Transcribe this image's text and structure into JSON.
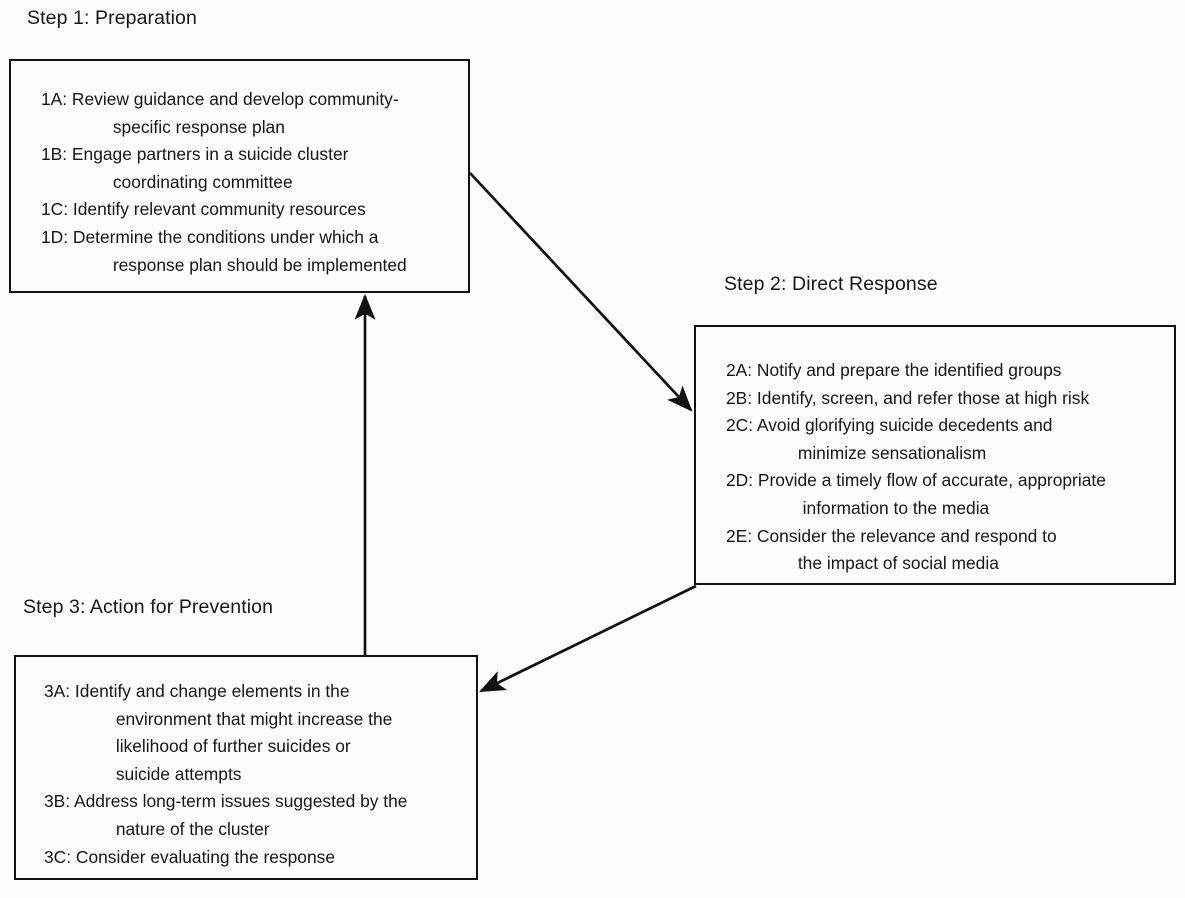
{
  "figure": {
    "title": "Three-step community suicide cluster response flowchart",
    "background_color": "#fcfdfa",
    "stroke_color": "#111111",
    "text_color": "#161616"
  },
  "steps": [
    {
      "id": "step1",
      "title": "Step 1: Preparation",
      "items": [
        "1A: Review guidance and develop community-\n       specific response plan",
        "1B: Engage partners in a suicide cluster\n       coordinating committee",
        "1C: Identify relevant community resources",
        "1D: Determine the conditions under which a\n       response plan should be implemented"
      ]
    },
    {
      "id": "step2",
      "title": "Step 2: Direct Response",
      "items": [
        "2A: Notify and prepare the identified groups",
        "2B: Identify, screen, and refer those at high risk",
        "2C: Avoid glorifying suicide decedents and\n       minimize sensationalism",
        "2D: Provide a timely flow of accurate, appropriate\n        information to the media",
        "2E: Consider the relevance and respond to\n       the impact of social media"
      ]
    },
    {
      "id": "step3",
      "title": "Step 3: Action for Prevention",
      "items": [
        "3A: Identify and change elements in the\n       environment that might increase the\n       likelihood of further suicides or\n       suicide attempts",
        "3B: Address long-term issues suggested by the\n       nature of the cluster",
        "3C: Consider evaluating the response"
      ]
    }
  ],
  "arrows": [
    {
      "name": "arrow-step1-to-step2",
      "from": "step1",
      "to": "step2",
      "direction": "diagonal-down-right"
    },
    {
      "name": "arrow-step2-to-step3",
      "from": "step2",
      "to": "step3",
      "direction": "diagonal-down-left"
    },
    {
      "name": "arrow-step3-to-step1",
      "from": "step3",
      "to": "step1",
      "direction": "vertical-up"
    }
  ]
}
